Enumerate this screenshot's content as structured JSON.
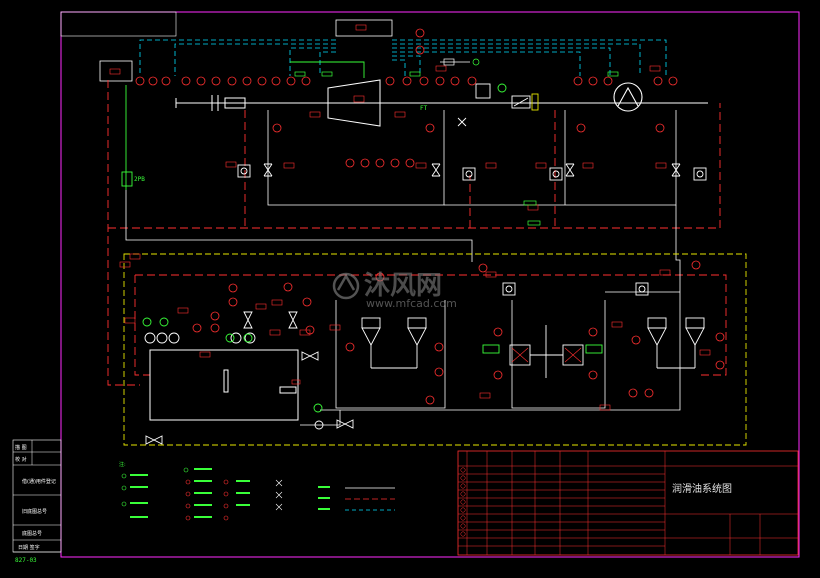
{
  "drawing": {
    "title": "润滑油系统图",
    "code": "827-03",
    "watermark_text": "沐风网",
    "watermark_url": "www.mfcad.com",
    "legend_title": "注:",
    "side_labels": [
      "借(通)用件登记",
      "旧底图总号",
      "底图总号",
      "日期 签字"
    ],
    "side_label_short": [
      "描 图",
      "校 对"
    ],
    "pump_tag": "2PB",
    "valve_tag": "FT"
  },
  "colors": {
    "frame": "#ff2bff",
    "line": "#ffffff",
    "oil": "#ff3030",
    "control": "#00e0ff",
    "enclosure": "#e6e600",
    "green": "#39ff39"
  }
}
